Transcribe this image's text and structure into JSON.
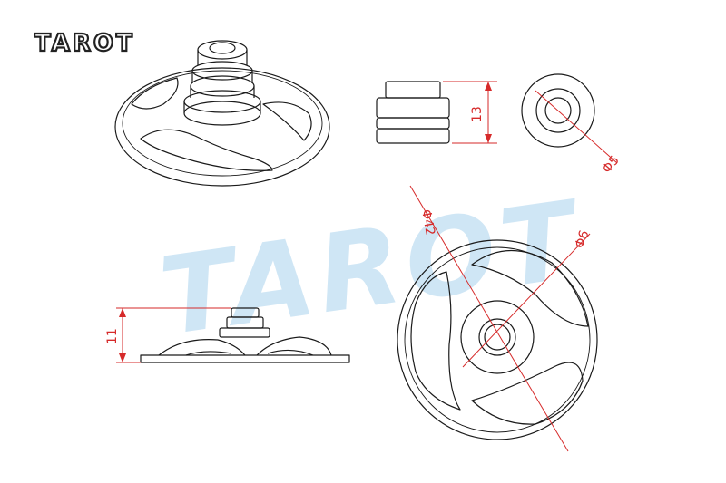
{
  "brand": {
    "logo_text": "TAROT",
    "watermark_text": "TAROT"
  },
  "dimensions": {
    "top_height": "13",
    "small_diameter": "Φ5",
    "outer_diameter": "Φ42",
    "hub_diameter": "Φ6",
    "side_height": "11"
  },
  "colors": {
    "dimension": "#d62a2a",
    "outline": "#1a1a1a",
    "watermark": "#cfe6f5"
  }
}
